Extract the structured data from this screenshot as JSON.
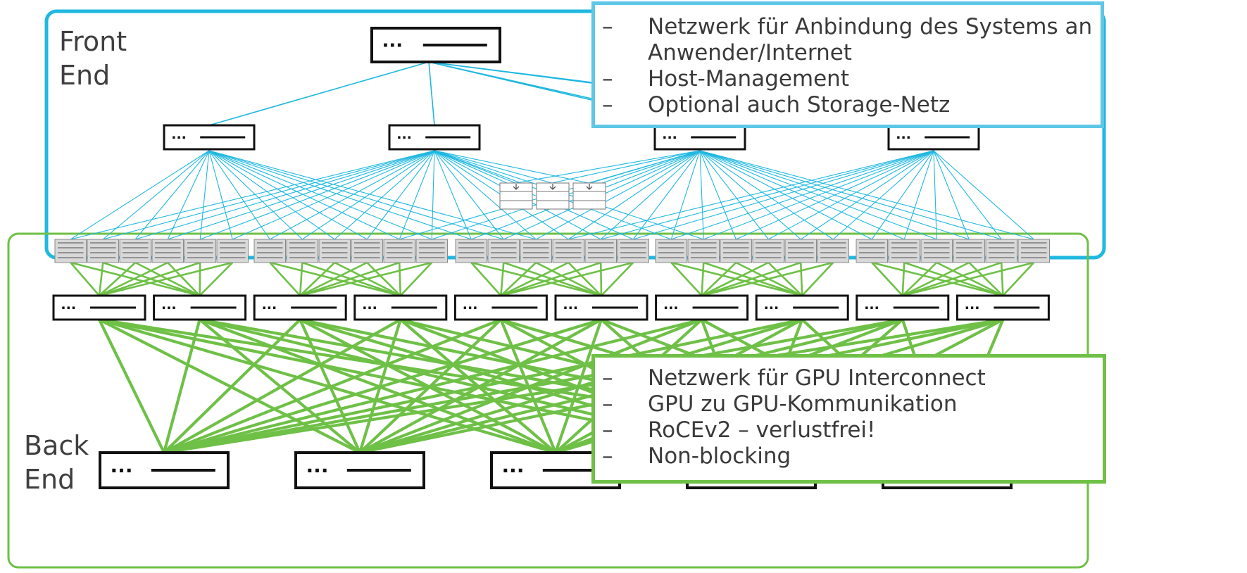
{
  "regions": {
    "front_end": {
      "label_line1": "Front",
      "label_line2": "End",
      "color": "#1fb8e0"
    },
    "back_end": {
      "label_line1": "Back",
      "label_line2": "End",
      "color": "#6ec046"
    }
  },
  "callouts": {
    "front_end": {
      "border_color": "#5ec7e6",
      "bullet": "–",
      "items": [
        "Netzwerk für Anbindung des Systems an Anwender/Internet",
        "Host-Management",
        "Optional auch Storage-Netz"
      ]
    },
    "back_end": {
      "border_color": "#6ec046",
      "bullet": "–",
      "items": [
        "Netzwerk für GPU Interconnect",
        "GPU zu GPU-Kommunikation",
        "RoCEv2 – verlustfrei!",
        "Non-blocking"
      ]
    }
  },
  "switch_icon": {
    "dots": "···"
  },
  "topology": {
    "front_core_switches": 1,
    "front_access_switches": 4,
    "server_groups": 5,
    "servers_per_group": 6,
    "leaf_switches": 10,
    "spine_switches": 5,
    "storage_units": 3
  },
  "colors": {
    "front_link": "#1fb8e0",
    "back_link": "#6ec046",
    "server_fill": "#d8d8d8"
  }
}
